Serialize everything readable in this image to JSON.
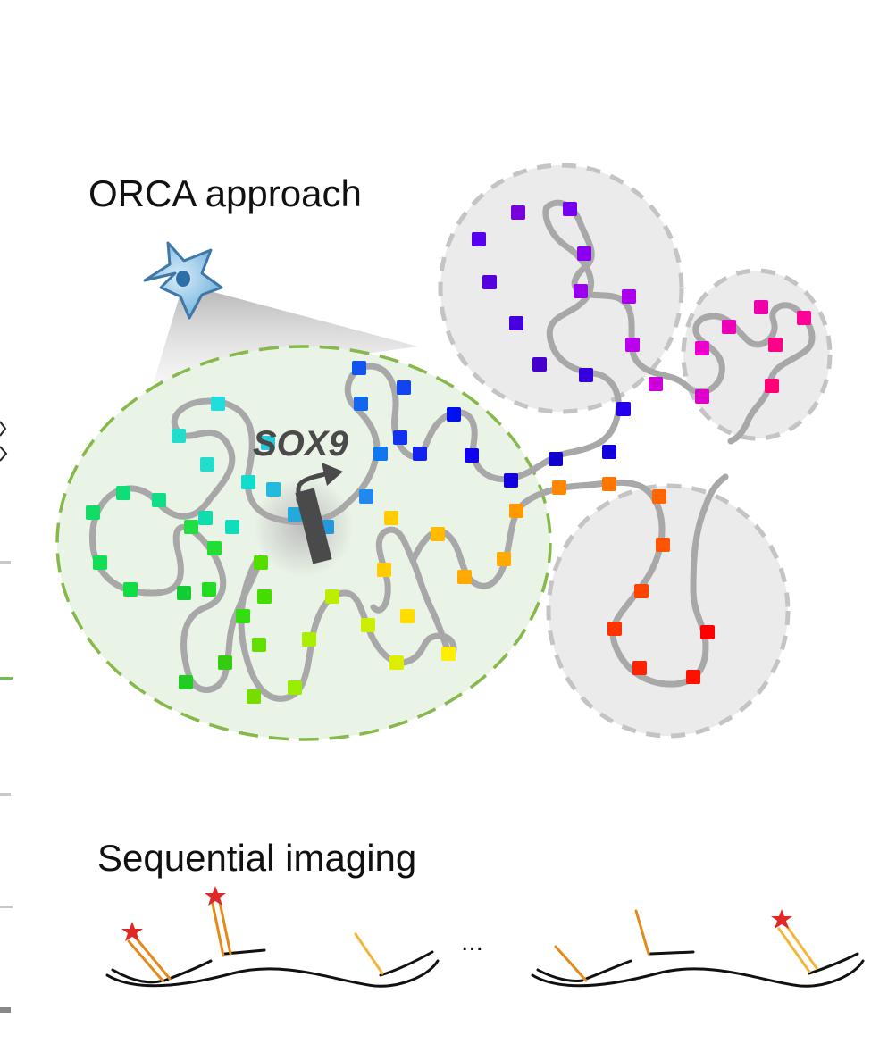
{
  "title": "ORCA approach",
  "gene_label": "SOX9",
  "sequential_label": "Sequential imaging",
  "ellipsis": "...",
  "colors": {
    "chromatin": "#a8a8a8",
    "domain_fill": "#ebebeb",
    "domain_border": "#c4c4c4",
    "locus_fill": "#e9f3e6",
    "locus_border": "#86b84a",
    "gene_bar": "#4a4a4a",
    "dna": "#111111",
    "probe_orange": "#e58a1a",
    "probe_yellow": "#f1b63a",
    "star": "#e02828",
    "cell": "#8cc2e6"
  },
  "icons": [
    "cell-icon",
    "fluorophore-star-icon",
    "tss-arrow-icon"
  ]
}
